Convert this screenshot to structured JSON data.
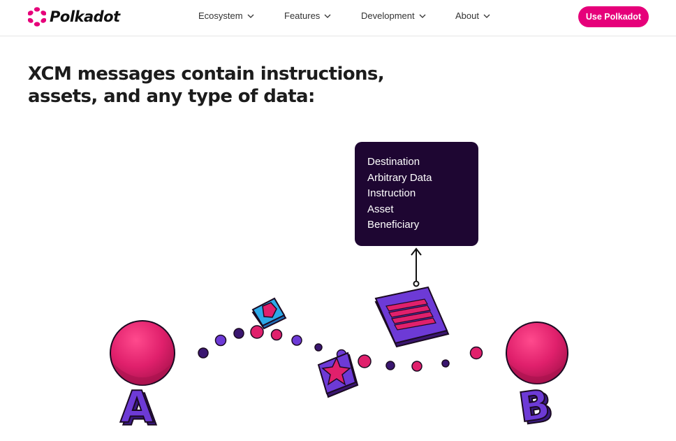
{
  "header": {
    "brand": "Polkadot",
    "nav": [
      {
        "label": "Ecosystem"
      },
      {
        "label": "Features"
      },
      {
        "label": "Development"
      },
      {
        "label": "About"
      }
    ],
    "cta_label": "Use Polkadot"
  },
  "main": {
    "heading_line1": "XCM messages contain instructions,",
    "heading_line2": "assets, and any type of data:",
    "message_fields": [
      "Destination",
      "Arbitrary Data",
      "Instruction",
      "Asset",
      "Beneficiary"
    ],
    "chain_a_label": "A",
    "chain_b_label": "B"
  },
  "colors": {
    "brand_pink": "#e6007a",
    "box_bg": "#1e0632",
    "purple": "#6d3ad6",
    "sphere_pink": "#e0206c"
  }
}
